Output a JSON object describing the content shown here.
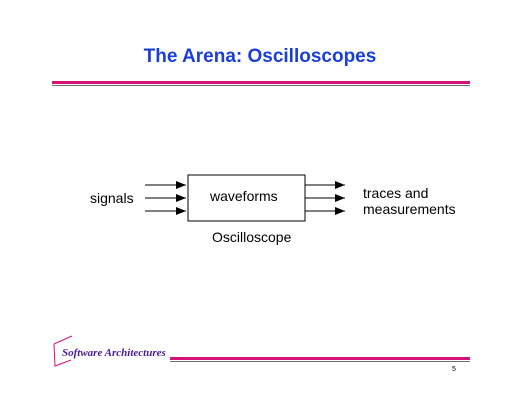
{
  "slide": {
    "title": "The Arena: Oscilloscopes",
    "page_number": "5"
  },
  "diagram": {
    "input_label": "signals",
    "box_label": "waveforms",
    "box_caption": "Oscilloscope",
    "output_label_line1": "traces and",
    "output_label_line2": "measurements"
  },
  "footer": {
    "brand": "Software Architectures"
  },
  "colors": {
    "title": "#1a3fd6",
    "rule": "#d4147a",
    "footer_text": "#4a1a9a"
  }
}
